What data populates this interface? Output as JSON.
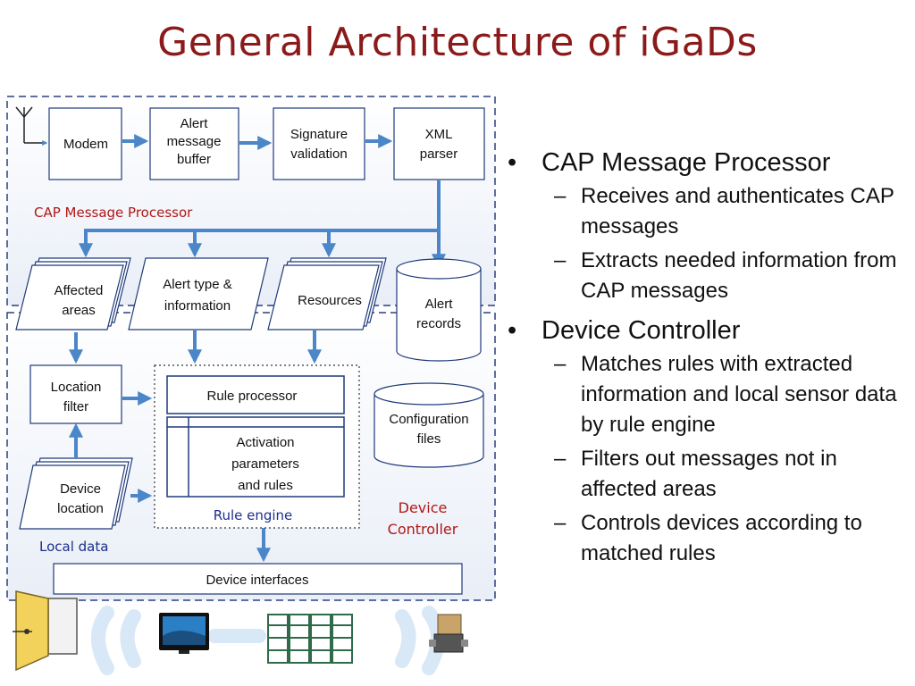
{
  "title": "General Architecture of iGaDs",
  "diagram": {
    "cap_section_label": "CAP Message Processor",
    "nodes": {
      "modem": "Modem",
      "alert_buffer": [
        "Alert",
        "message",
        "buffer"
      ],
      "signature": [
        "Signature",
        "validation"
      ],
      "xml": [
        "XML",
        "parser"
      ],
      "affected_areas": [
        "Affected",
        "areas"
      ],
      "alert_type": [
        "Alert type &",
        "information"
      ],
      "resources": "Resources",
      "alert_records": [
        "Alert",
        "records"
      ],
      "location_filter": [
        "Location",
        "filter"
      ],
      "rule_processor": "Rule processor",
      "activation": [
        "Activation",
        "parameters",
        "and rules"
      ],
      "rule_engine": "Rule engine",
      "config_files": [
        "Configuration",
        "files"
      ],
      "device_location": [
        "Device",
        "location"
      ],
      "local_data": "Local data",
      "device_controller": [
        "Device",
        "Controller"
      ],
      "device_interfaces": "Device interfaces"
    }
  },
  "bullets": [
    {
      "text": "CAP Message Processor",
      "subs": [
        "Receives and authenticates CAP messages",
        "Extracts needed information from CAP messages"
      ]
    },
    {
      "text": "Device Controller",
      "subs": [
        "Matches rules with extracted information and local sensor data by rule engine",
        "Filters out messages not in affected areas",
        "Controls devices according to matched rules"
      ]
    }
  ],
  "colors": {
    "title": "#8b1a1a",
    "arrow": "#4a86c8",
    "box_border": "#1f3a7a",
    "section_border": "#2c3f80",
    "red_label": "#b01818",
    "blue_label": "#1c2e8c"
  },
  "icons": [
    "door-icon",
    "tv-icon",
    "window-blinds-icon",
    "gas-valve-icon",
    "wireless-signal-icon"
  ]
}
